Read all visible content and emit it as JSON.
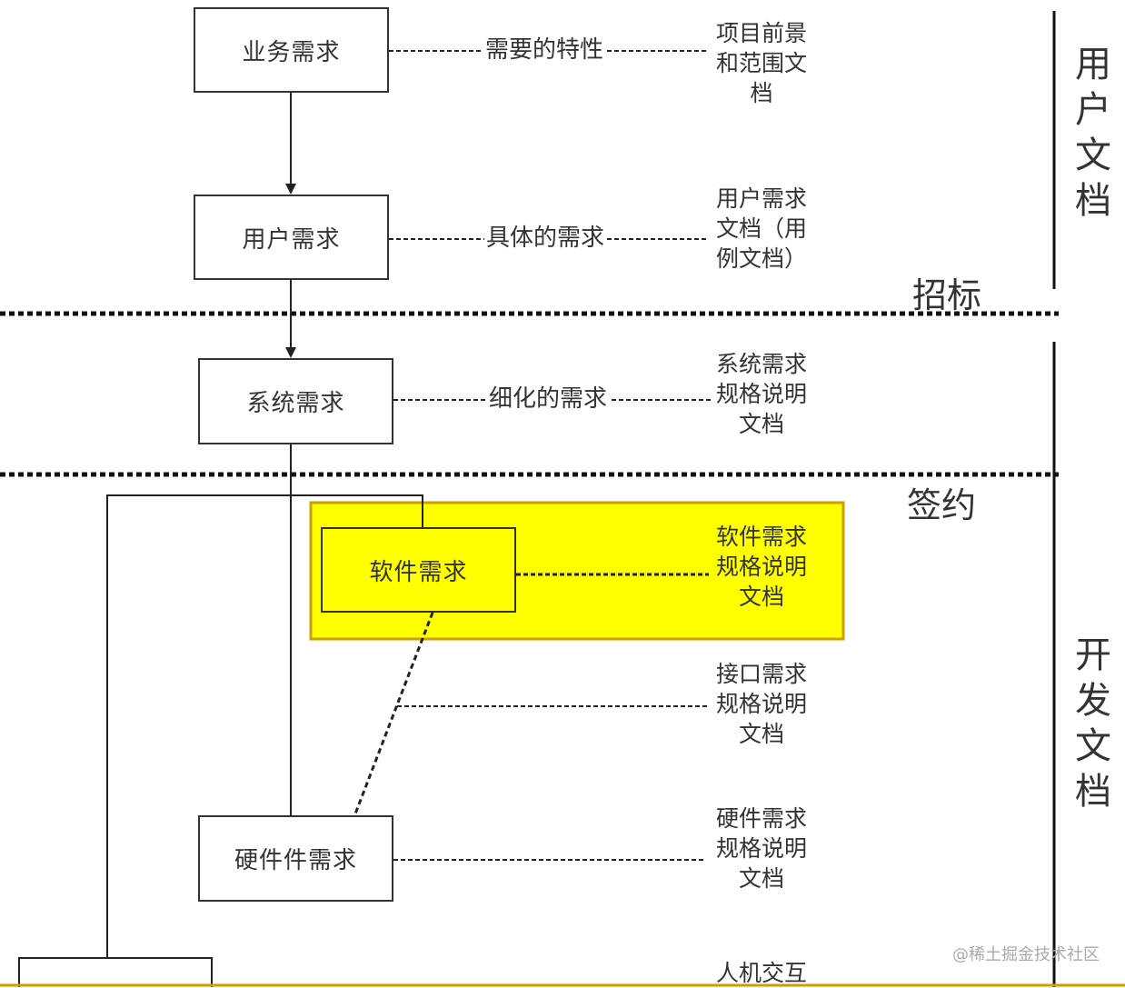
{
  "nodes": {
    "business": "业务需求",
    "user": "用户需求",
    "system": "系统需求",
    "software": "软件需求",
    "hardware": "硬件件需求"
  },
  "edge_labels": {
    "business": "需要的特性",
    "user": "具体的需求",
    "system": "细化的需求"
  },
  "documents": {
    "business": "项目前景\n和范围文\n档",
    "user": "用户需求\n文档（用\n例文档）",
    "system": "系统需求\n规格说明\n文档",
    "software": "软件需求\n规格说明\n文档",
    "interface": "接口需求\n规格说明\n文档",
    "hardware": "硬件需求\n规格说明\n文档",
    "hci": "人机交互"
  },
  "bands": {
    "tender": "招标",
    "contract": "签约"
  },
  "sides": {
    "user_docs": "用\n户\n文\n档",
    "dev_docs": "开\n发\n文\n档"
  },
  "watermark": "@稀土掘金技术社区",
  "colors": {
    "highlight": "#ffff00",
    "highlight_border": "#c8a000",
    "line": "#333333"
  }
}
